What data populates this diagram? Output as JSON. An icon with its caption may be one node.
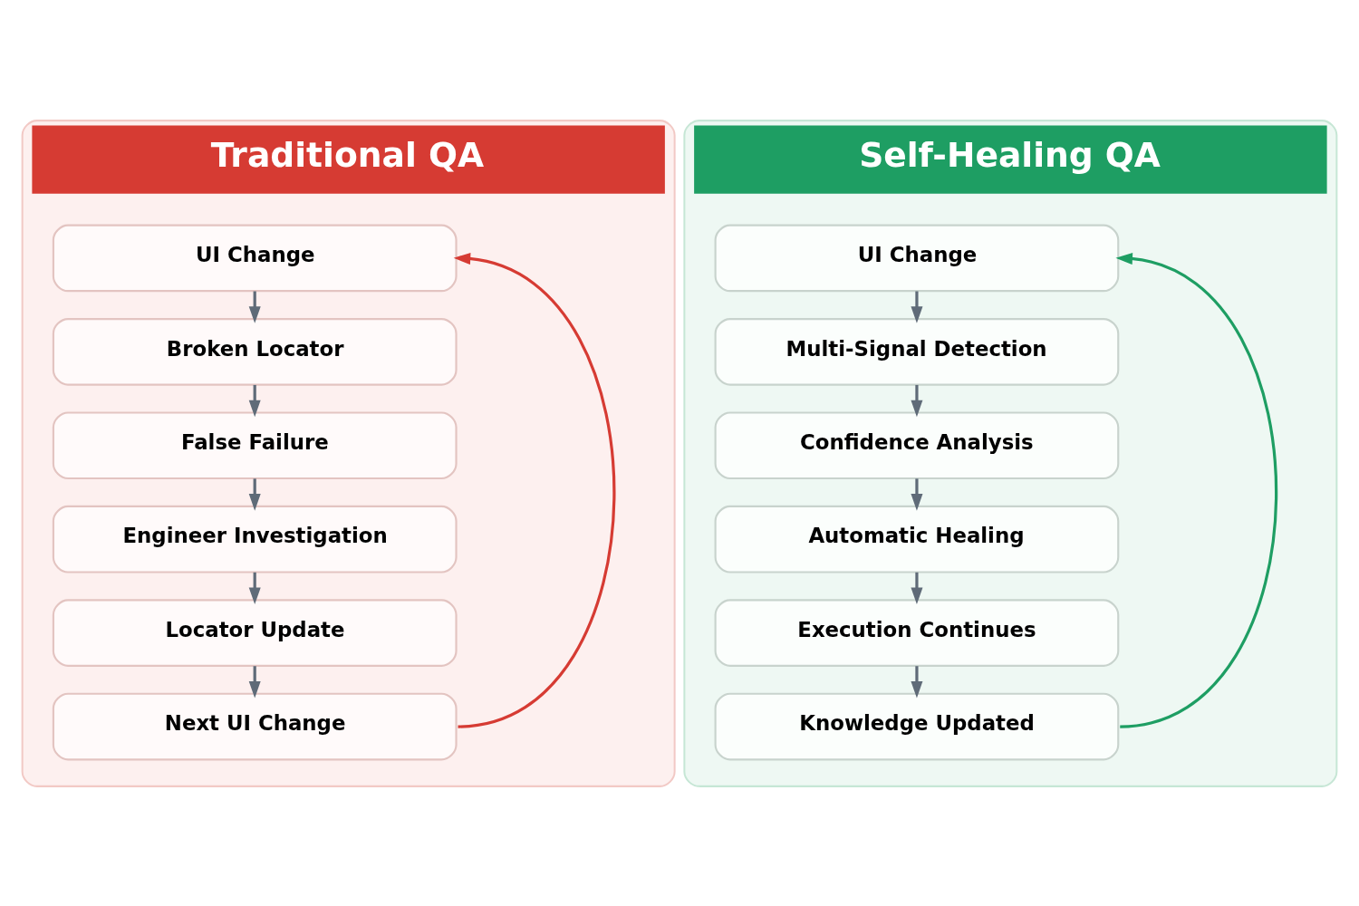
{
  "diagram": {
    "nodes": [
      {
        "text": [
          "Traditional QA"
        ]
      },
      {
        "text": [
          "UI Change"
        ],
        "in": 0
      },
      {
        "text": [
          "Broken Locator"
        ],
        "in": 0
      },
      {
        "text": [
          "False Failure"
        ],
        "in": 0
      },
      {
        "text": [
          "Engineer Investigation"
        ],
        "in": 0
      },
      {
        "text": [
          "Locator Update"
        ],
        "in": 0
      },
      {
        "text": [
          "Next UI Change"
        ],
        "in": 0
      },
      {
        "text": [
          "Self-Healing QA"
        ]
      },
      {
        "text": [
          "UI Change"
        ],
        "in": 7
      },
      {
        "text": [
          "Multi-Signal Detection"
        ],
        "in": 7
      },
      {
        "text": [
          "Confidence Analysis"
        ],
        "in": 7
      },
      {
        "text": [
          "Automatic Healing"
        ],
        "in": 7
      },
      {
        "text": [
          "Execution Continues"
        ],
        "in": 7
      },
      {
        "text": [
          "Knowledge Updated"
        ],
        "in": 7
      }
    ],
    "edges": [
      {
        "from": 1,
        "to": 2,
        "arrow": "to"
      },
      {
        "from": 2,
        "to": 3,
        "arrow": "to"
      },
      {
        "from": 3,
        "to": 4,
        "arrow": "to"
      },
      {
        "from": 4,
        "to": 5,
        "arrow": "to"
      },
      {
        "from": 5,
        "to": 6,
        "arrow": "to"
      },
      {
        "from": 6,
        "to": 1,
        "arrow": "to",
        "color": "#d63b33"
      },
      {
        "from": 8,
        "to": 9,
        "arrow": "to"
      },
      {
        "from": 9,
        "to": 10,
        "arrow": "to"
      },
      {
        "from": 10,
        "to": 11,
        "arrow": "to"
      },
      {
        "from": 11,
        "to": 12,
        "arrow": "to"
      },
      {
        "from": 12,
        "to": 13,
        "arrow": "to"
      },
      {
        "from": 13,
        "to": 8,
        "arrow": "to",
        "color": "#1e9e63"
      }
    ]
  }
}
